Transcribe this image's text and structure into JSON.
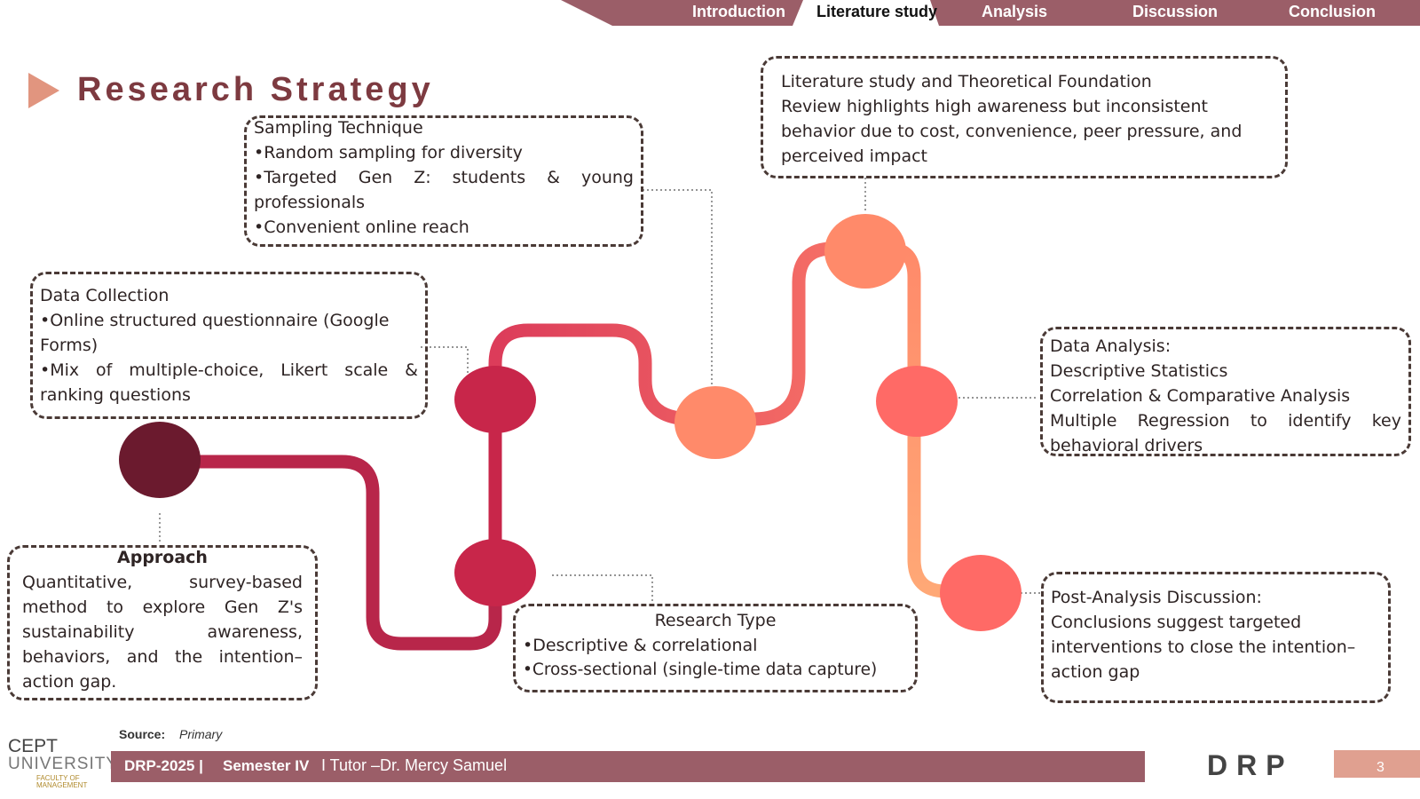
{
  "nav": {
    "items": [
      {
        "label": "Introduction"
      },
      {
        "label": "Literature study"
      },
      {
        "label": "Analysis"
      },
      {
        "label": "Discussion"
      },
      {
        "label": "Conclusion"
      }
    ],
    "active_index": 1,
    "bar_color": "#9b5e68"
  },
  "title": "Research Strategy",
  "boxes": {
    "sampling": {
      "heading": "Sampling Technique",
      "lines": [
        "•Random sampling for diversity",
        "•Targeted Gen Z: students & young professionals",
        "•Convenient online reach"
      ]
    },
    "literature": {
      "heading": "Literature study and Theoretical Foundation",
      "body": "Review highlights high awareness but inconsistent behavior due to cost, convenience, peer pressure, and perceived impact"
    },
    "data_collection": {
      "heading": "Data Collection",
      "lines": [
        "•Online structured questionnaire (Google Forms)",
        "•Mix of multiple-choice, Likert scale & ranking questions"
      ]
    },
    "data_analysis": {
      "heading": "Data Analysis:",
      "lines": [
        "Descriptive Statistics",
        "Correlation & Comparative Analysis",
        "Multiple Regression to identify key behavioral drivers"
      ]
    },
    "approach": {
      "heading": "Approach",
      "body": "Quantitative, survey-based method to explore Gen Z's sustainability awareness, behaviors, and the intention–action gap."
    },
    "research_type": {
      "heading": "Research Type",
      "lines": [
        "•Descriptive & correlational",
        "•Cross-sectional (single-time data capture)"
      ]
    },
    "post_analysis": {
      "heading": "Post-Analysis Discussion:",
      "body": "Conclusions suggest targeted interventions to close the intention–action gap"
    }
  },
  "path_colors": [
    "#6b1a2e",
    "#b8264a",
    "#c8264a",
    "#f0606a",
    "#ff8a6a",
    "#ffa070",
    "#ff6a66"
  ],
  "footer": {
    "source_label": "Source:",
    "source_value": "Primary",
    "course": "DRP-2025 |",
    "semester": "Semester IV",
    "tutor": "I Tutor –Dr. Mercy Samuel",
    "logo_line1": "CEPT",
    "logo_line2": "UNIVERSITY",
    "logo_line3": "FACULTY OF MANAGEMENT",
    "mark": "DRP",
    "page_number": "3"
  }
}
